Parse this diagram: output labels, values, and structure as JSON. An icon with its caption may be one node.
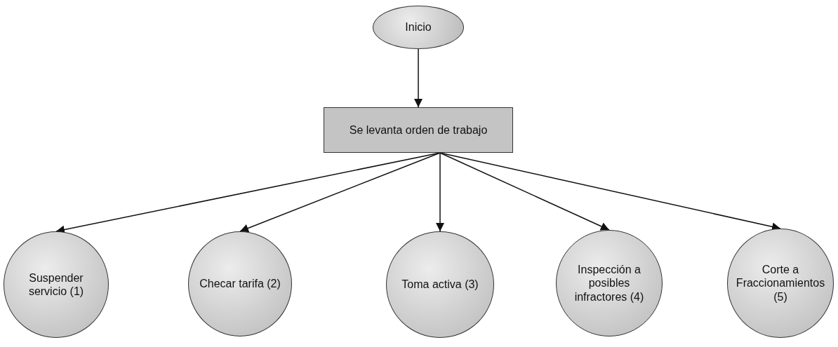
{
  "diagram": {
    "nodes": [
      {
        "text": [
          "Inicio"
        ]
      },
      {
        "text": [
          "Se levanta orden de trabajo"
        ]
      },
      {
        "text": [
          "Suspender servicio (1)"
        ]
      },
      {
        "text": [
          "Checar tarifa (2)"
        ]
      },
      {
        "text": [
          "Toma activa (3)"
        ]
      },
      {
        "text": [
          "Inspección a posibles infractores (4)"
        ]
      },
      {
        "text": [
          "Corte a Fraccionamientos (5)"
        ]
      }
    ],
    "edges": [
      {
        "from": 0,
        "to": 1,
        "arrow": "to"
      },
      {
        "from": 1,
        "to": 2,
        "arrow": "to"
      },
      {
        "from": 1,
        "to": 3,
        "arrow": "to"
      },
      {
        "from": 1,
        "to": 4,
        "arrow": "to"
      },
      {
        "from": 1,
        "to": 5,
        "arrow": "to"
      },
      {
        "from": 1,
        "to": 6,
        "arrow": "to"
      }
    ]
  }
}
